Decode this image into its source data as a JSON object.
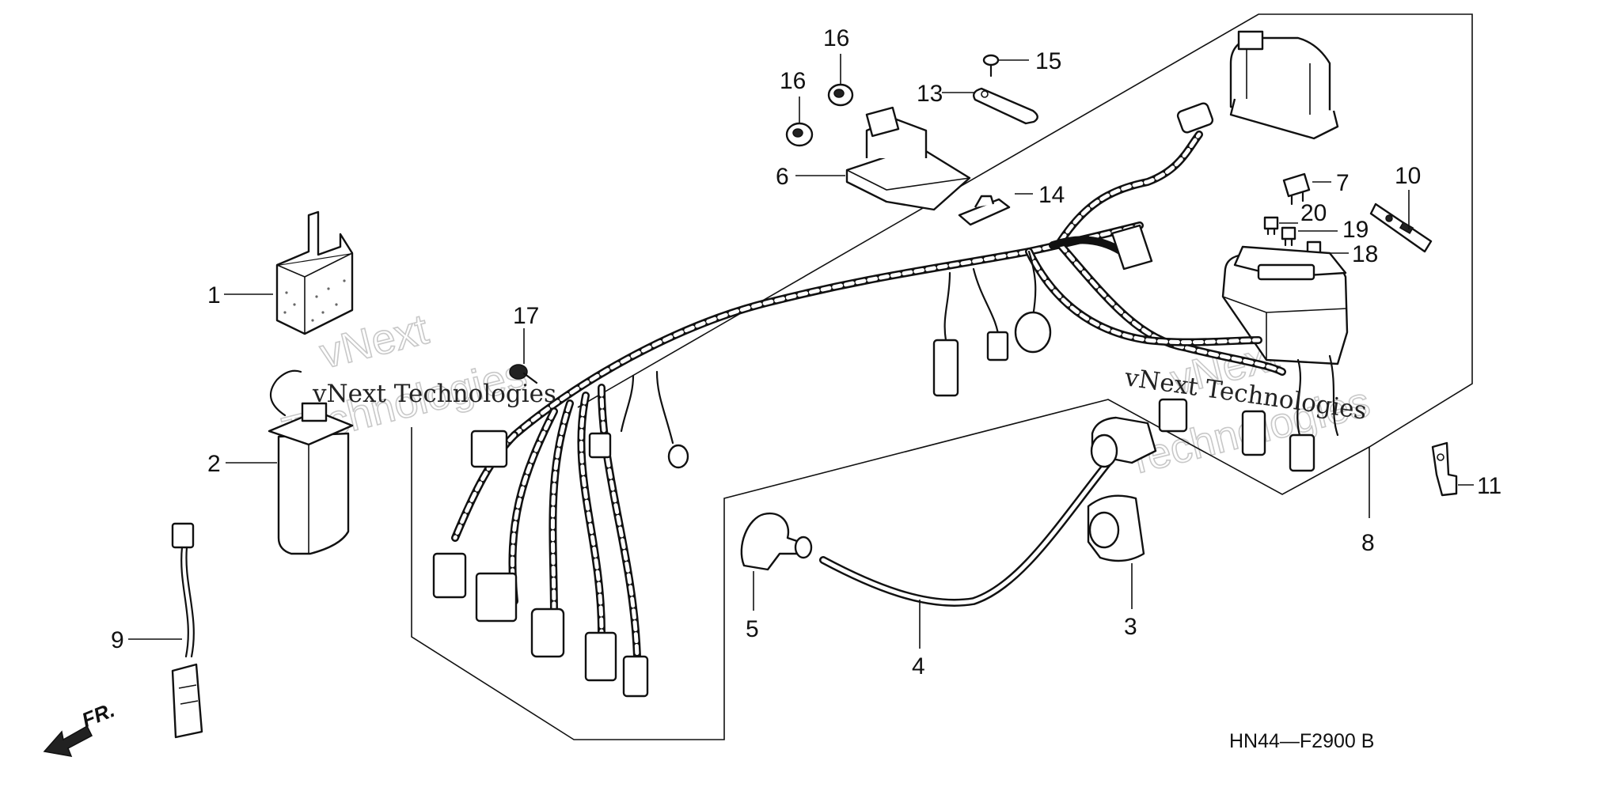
{
  "diagram_code": "HN44—F2900 B",
  "front_label": "FR.",
  "watermark": {
    "brand": "vNext",
    "company": "Technologies",
    "line": "vNext Technologies"
  },
  "callouts": {
    "c1": "1",
    "c2": "2",
    "c3": "3",
    "c4": "4",
    "c5": "5",
    "c6": "6",
    "c7": "7",
    "c8": "8",
    "c9": "9",
    "c10": "10",
    "c11": "11",
    "c13": "13",
    "c14": "14",
    "c15": "15",
    "c16a": "16",
    "c16b": "16",
    "c17": "17",
    "c18": "18",
    "c19": "19",
    "c20": "20"
  }
}
